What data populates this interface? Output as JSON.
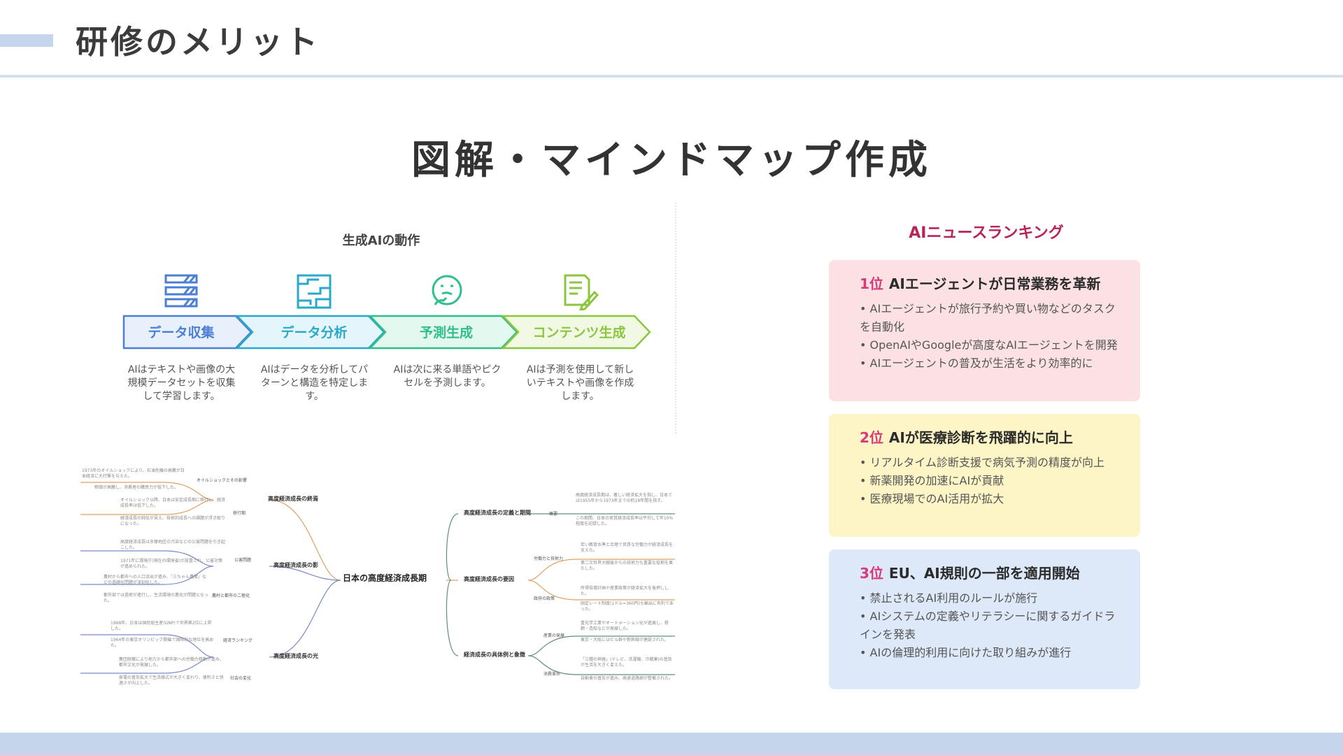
{
  "header": {
    "title": "研修のメリット"
  },
  "main_title": "図解・マインドマップ作成",
  "process": {
    "title": "生成AIの動作",
    "steps": [
      {
        "label": "データ収集",
        "icon": "database-icon",
        "color": "#4a7fd4",
        "fill": "#e8f0fc",
        "desc": "AIはテキストや画像の大規模データセットを収集して学習します。"
      },
      {
        "label": "データ分析",
        "icon": "circuit-icon",
        "color": "#2aa8c9",
        "fill": "#e4f6fb",
        "desc": "AIはデータを分析してパターンと構造を特定します。"
      },
      {
        "label": "予測生成",
        "icon": "thinking-face-icon",
        "color": "#2fbf8a",
        "fill": "#e3f8ef",
        "desc": "AIは次に来る単語やピクセルを予測します。"
      },
      {
        "label": "コンテンツ生成",
        "icon": "document-pen-icon",
        "color": "#8cc63f",
        "fill": "#f1f9e4",
        "desc": "AIは予測を使用して新しいテキストや画像を作成します。"
      }
    ]
  },
  "mindmap": {
    "root": "日本の高度経済成長期",
    "left_branches": [
      {
        "label": "高度経済成長の終焉",
        "subs": [
          {
            "label": "オイルショックとその影響",
            "leaves": [
              "1973年のオイルショックにより、石油危機の高騰が日本経済に大打撃を与えた。",
              "物価が高騰し、消費者の購買力が低下した。"
            ]
          },
          {
            "label": "移行期",
            "leaves": [
              "オイルショック以降、日本は安定成長期に移行し、経済成長率は低下した。",
              "経済成長の鈍化が見え、技術的成長への課題が浮き彫りになった。"
            ]
          }
        ]
      },
      {
        "label": "高度経済成長の影",
        "subs": [
          {
            "label": "公害問題",
            "leaves": [
              "高度経済成長は多摩地区の汚染などの公害問題を引き起こした。",
              "1971年に環境庁(現在の環境省)が設置され、公害対策が進められた。"
            ]
          },
          {
            "label": "農村と都市の二極化",
            "leaves": [
              "農村から都市への人口流出が進み、「三ちゃん農業」などの過疎化問題が深刻化した。",
              "都市部では過密が進行し、生活環境の悪化が問題となった。"
            ]
          }
        ]
      },
      {
        "label": "高度経済成長の光",
        "subs": [
          {
            "label": "経済ランキング",
            "leaves": [
              "1968年、日本は国民総生産(GNP)で世界第2位に上昇した。",
              "1964年の東京オリンピック開催で国際的な地位を高めた。"
            ]
          },
          {
            "label": "社会の変化",
            "leaves": [
              "集団就職により地方から都市部への労働力移動が進み、都市文化が発展した。",
              "家電の普及拡大で生活様式が大きく変わり、便利さと快適さが向上した。"
            ]
          }
        ]
      }
    ],
    "right_branches": [
      {
        "label": "高度経済成長の定義と期間",
        "subs": [
          {
            "label": "概要",
            "leaves": [
              "高度経済成長期は、著しい経済拡大を指し、日本では1955年から1973年までの約18年間を指す。",
              "この期間、日本の実質経済成長率は平均して年10%程度を記録した。"
            ]
          }
        ]
      },
      {
        "label": "高度経済成長の要因",
        "subs": [
          {
            "label": "労働力と技術力",
            "leaves": [
              "若い教育水準と合理で良質な労働力が経済成長を支えた。",
              "第二次世界大戦後からの技術力も重要な役割を果たした。"
            ]
          },
          {
            "label": "政府の政策",
            "leaves": [
              "所得倍増計画や産業政策が経済拡大を後押しした。",
              "固定レート制度(1ドル=360円)も輸出に有利であった。"
            ]
          }
        ]
      },
      {
        "label": "経済成長の具体例と象徴",
        "subs": [
          {
            "label": "産業の発展",
            "leaves": [
              "重化学工業やオートメーション化が進展し、鉄鋼・造船などが発展した。",
              "東京・大阪にはビル群や新幹線が建設された。"
            ]
          },
          {
            "label": "消費革命",
            "leaves": [
              "「三種の神器」(テレビ、洗濯機、冷蔵庫)の普及が生活を大きく変えた。",
              "自動車の普及が進み、高速道路網が整備された。"
            ]
          }
        ]
      }
    ]
  },
  "ranking": {
    "title": "AIニュースランキング",
    "items": [
      {
        "rank": "1位",
        "title": "AIエージェントが日常業務を革新",
        "color": "#fbe1e3",
        "bullets": [
          "AIエージェントが旅行予約や買い物などのタスクを自動化",
          "OpenAIやGoogleが高度なAIエージェントを開発",
          "AIエージェントの普及が生活をより効率的に"
        ]
      },
      {
        "rank": "2位",
        "title": "AIが医療診断を飛躍的に向上",
        "color": "#fdf5c6",
        "bullets": [
          "リアルタイム診断支援で病気予測の精度が向上",
          "新薬開発の加速にAIが貢献",
          "医療現場でのAI活用が拡大"
        ]
      },
      {
        "rank": "3位",
        "title": "EU、AI規則の一部を適用開始",
        "color": "#dde8f8",
        "bullets": [
          "禁止されるAI利用のルールが施行",
          "AIシステムの定義やリテラシーに関するガイドラインを発表",
          "AIの倫理的利用に向けた取り組みが進行"
        ]
      }
    ]
  }
}
